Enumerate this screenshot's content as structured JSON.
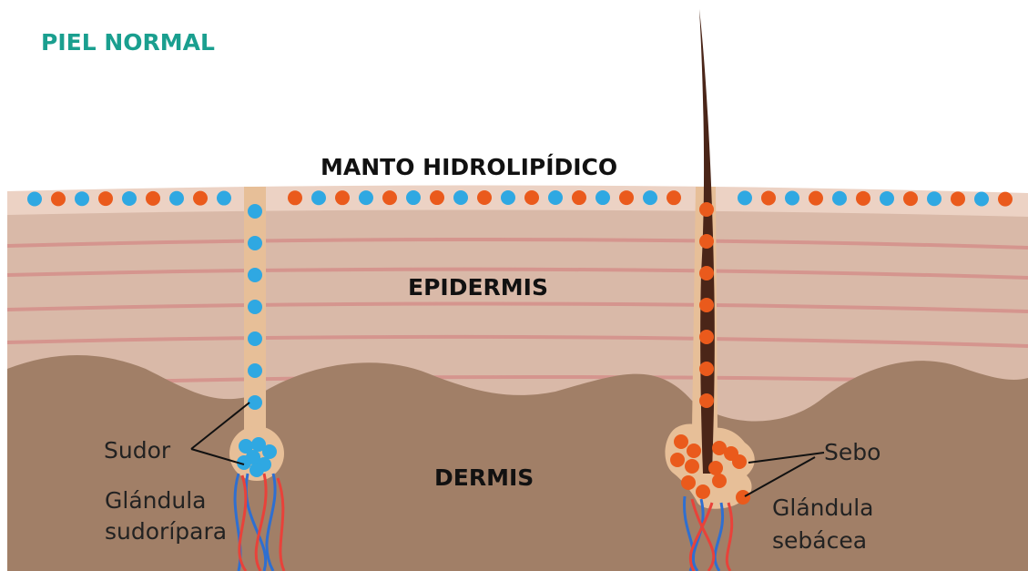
{
  "title": "PIEL NORMAL",
  "layers": {
    "film": "MANTO HIDROLIPÍDICO",
    "epidermis": "EPIDERMIS",
    "dermis": "DERMIS"
  },
  "callouts": {
    "sweat": "Sudor",
    "sweat_gland_line1": "Glándula",
    "sweat_gland_line2": "sudorípara",
    "sebum": "Sebo",
    "sebaceous_gland_line1": "Glándula",
    "sebaceous_gland_line2": "sebácea"
  },
  "colors": {
    "title": "#1a9f8f",
    "film": "#ecd2c4",
    "epidermis": "#d9b9a8",
    "epidermis_lines": "#d58f8a",
    "dermis": "#a17f67",
    "duct": "#e7bf98",
    "sweat_drop": "#2fa8e2",
    "sebum_drop": "#ea5a1c",
    "hair": "#4a2518",
    "vessel_blue": "#2f6fd0",
    "vessel_red": "#e8423a"
  }
}
